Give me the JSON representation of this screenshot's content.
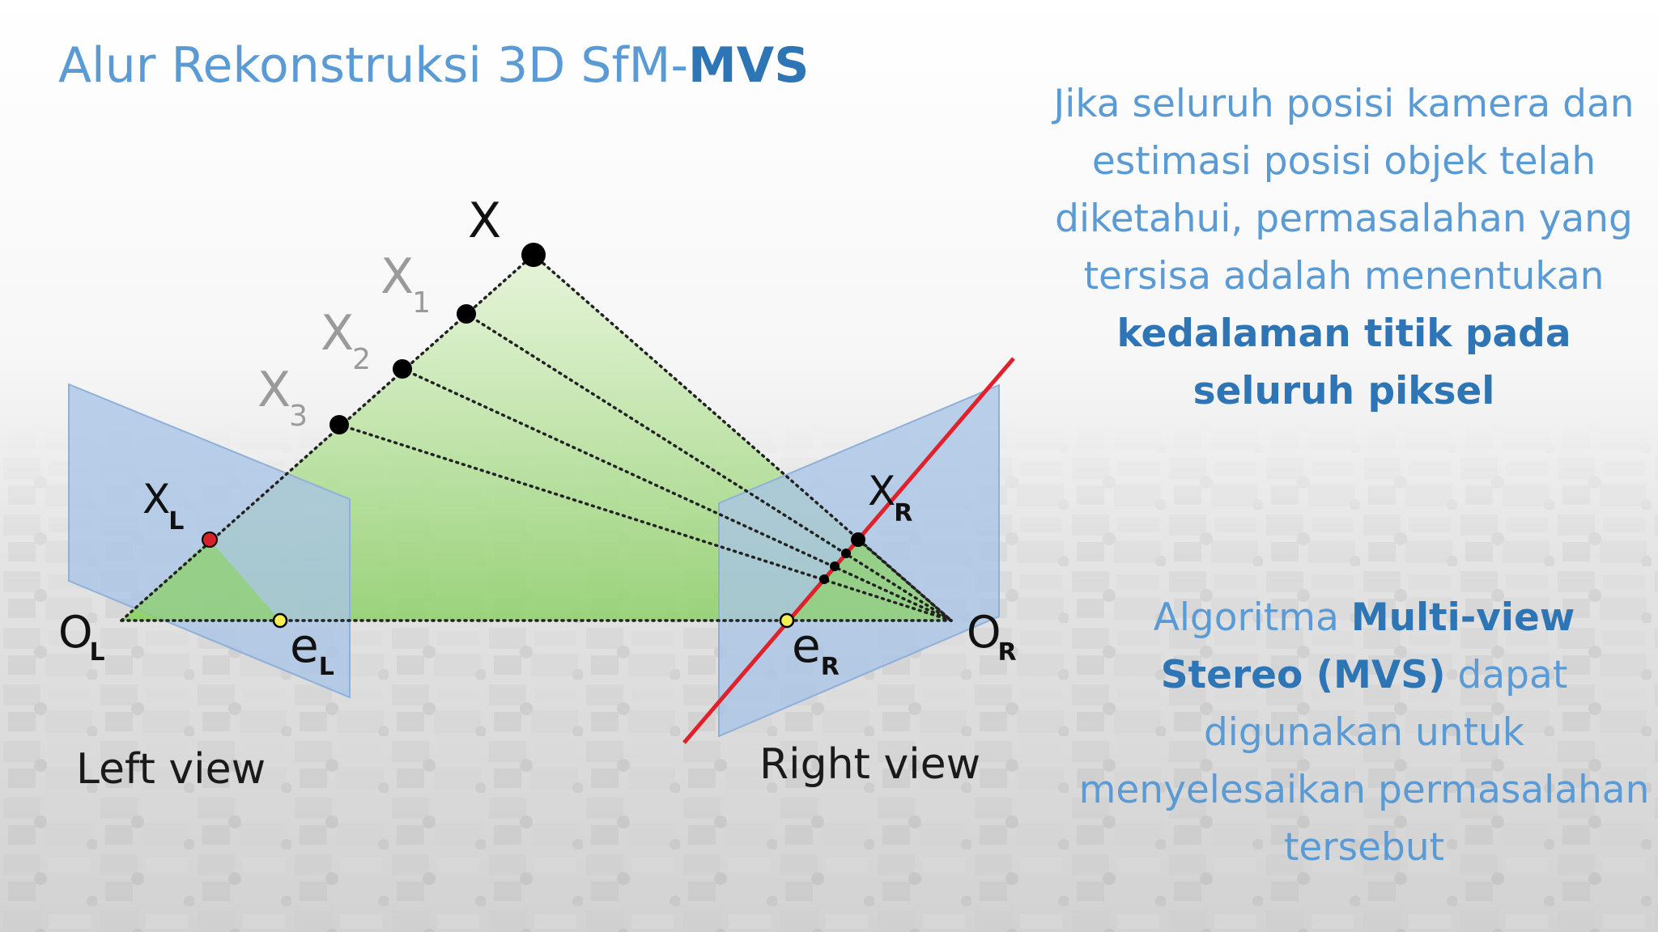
{
  "title": {
    "prefix": "Alur Rekonstruksi 3D SfM-",
    "emph": "MVS"
  },
  "paragraph1": {
    "text": "Jika seluruh posisi kamera dan estimasi posisi objek telah diketahui, permasalahan yang tersisa adalah menentukan ",
    "emph": "kedalaman titik pada seluruh piksel"
  },
  "paragraph2": {
    "prefix": "Algoritma ",
    "emph": "Multi-view Stereo (MVS)",
    "suffix": " dapat digunakan untuk menyelesaikan permasalahan tersebut"
  },
  "diagram": {
    "labels": {
      "x": "X",
      "x1": "X",
      "x1_sub": "1",
      "x2": "X",
      "x2_sub": "2",
      "x3": "X",
      "x3_sub": "3",
      "xl": "X",
      "xl_sub": "L",
      "xr": "X",
      "xr_sub": "R",
      "ol": "O",
      "ol_sub": "L",
      "or": "O",
      "or_sub": "R",
      "el": "e",
      "el_sub": "L",
      "er": "e",
      "er_sub": "R"
    },
    "left_view_label": "Left view",
    "right_view_label": "Right view"
  },
  "colors": {
    "title": "#5b9bd5",
    "emphasis": "#2e75b6",
    "image_plane": "#a9c4e6",
    "triangle_green": "#8fd16a",
    "epipolar_line": "#e0202a"
  }
}
